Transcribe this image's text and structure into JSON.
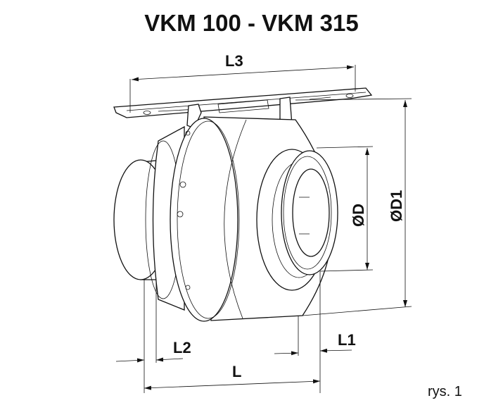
{
  "title": "VKM 100 - VKM 315",
  "caption": "rys. 1",
  "dimensions": {
    "l3": "L3",
    "d": "ØD",
    "d1": "ØD1",
    "l2": "L2",
    "l1": "L1",
    "l": "L"
  }
}
